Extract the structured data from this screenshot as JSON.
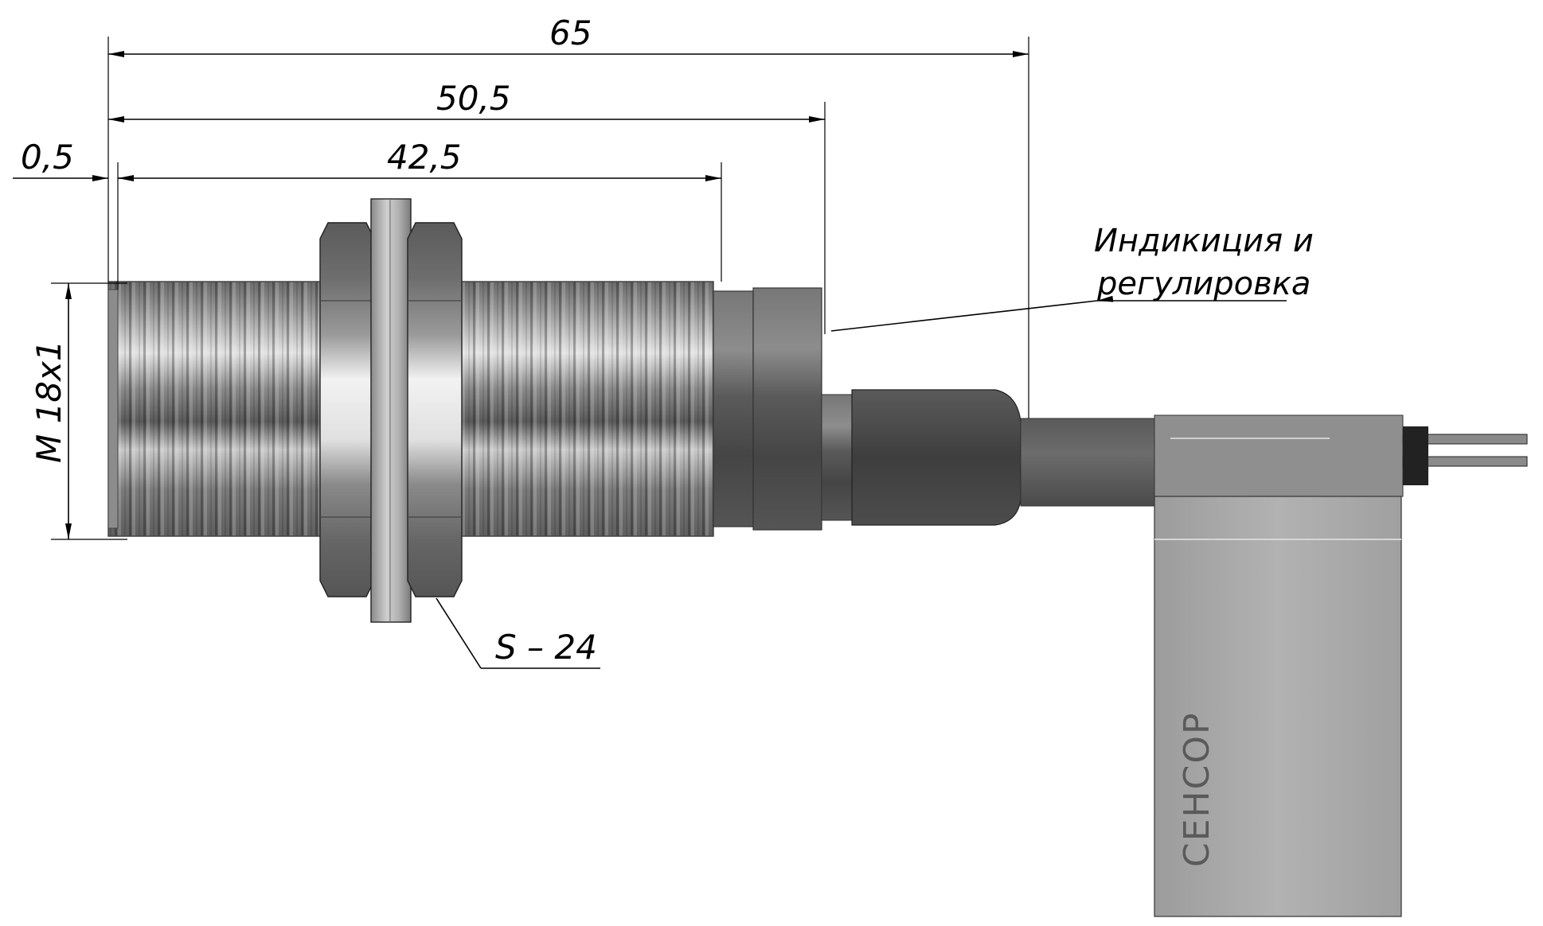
{
  "dimensions": {
    "overall_length": "65",
    "length_to_indicator": "50,5",
    "thread_length": "42,5",
    "front_offset": "0,5",
    "thread_spec": "М 18х1",
    "nut_size": "S – 24"
  },
  "callouts": {
    "indicator_line1": "Индикиция и",
    "indicator_line2": "регулировка"
  },
  "tag_label": "СЕНСОР",
  "colors": {
    "metal_light": "#e8e8e8",
    "metal_dark": "#555555",
    "body_dark": "#4a4a4a",
    "tag_gray": "#a8a8a8",
    "line": "#000000"
  }
}
